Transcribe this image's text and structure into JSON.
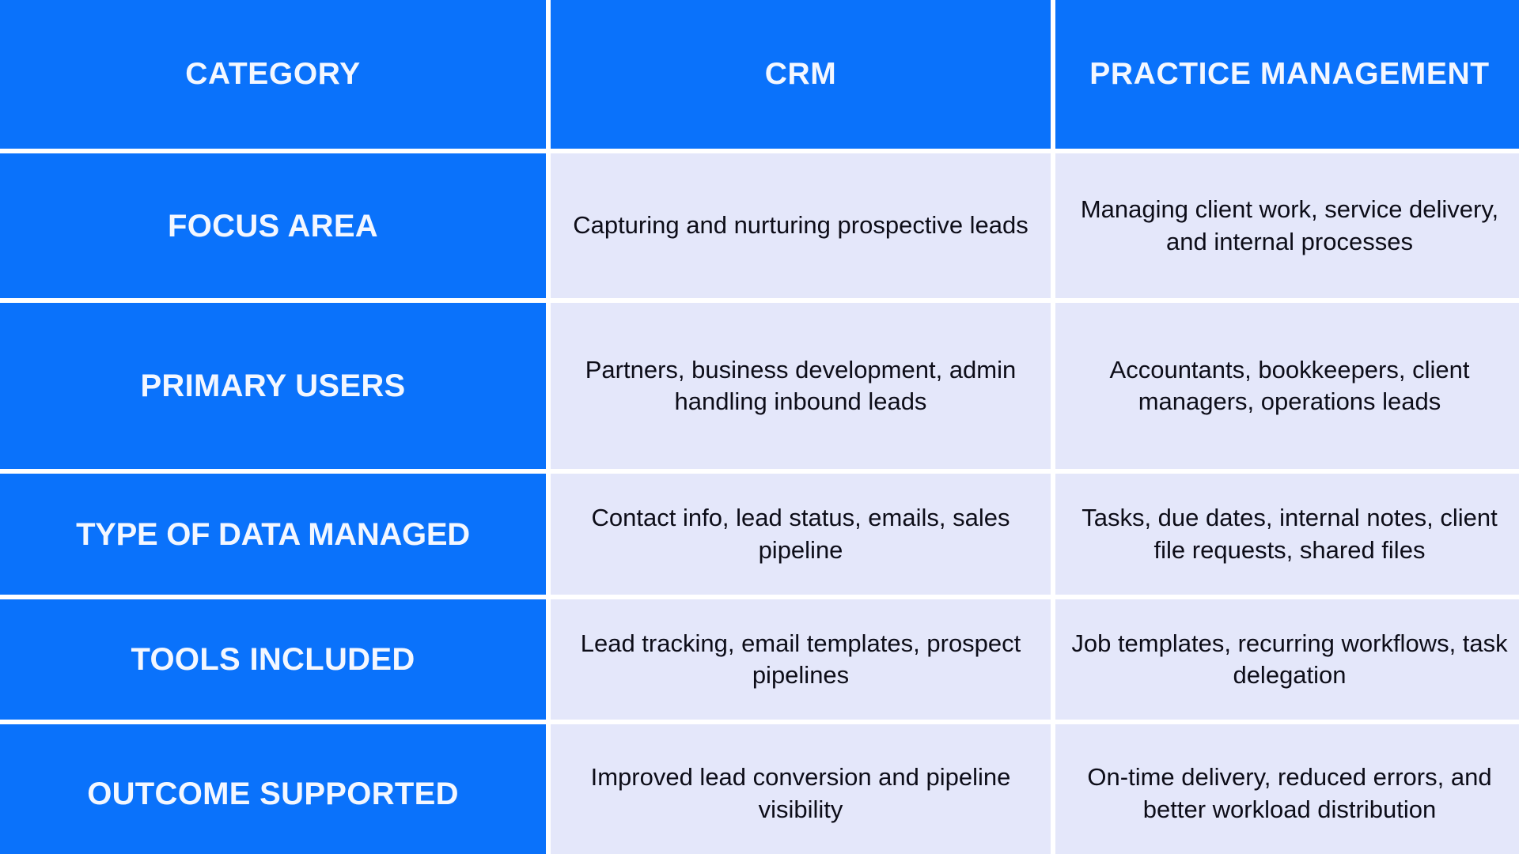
{
  "colors": {
    "accent_blue": "#0a72fb",
    "cell_background": "#e4e7fa",
    "header_text": "#f3f7ff",
    "body_text": "#0d0d18",
    "gap": "#ffffff"
  },
  "table": {
    "headers": {
      "category": "CATEGORY",
      "crm": "CRM",
      "practice_management": "PRACTICE MANAGEMENT"
    },
    "rows": [
      {
        "label": "FOCUS AREA",
        "crm": "Capturing and nurturing prospective leads",
        "practice_management": "Managing client work, service delivery, and internal processes"
      },
      {
        "label": "PRIMARY USERS",
        "crm": "Partners, business development, admin handling inbound leads",
        "practice_management": "Accountants, bookkeepers, client managers, operations leads"
      },
      {
        "label": "TYPE OF DATA MANAGED",
        "crm": "Contact info, lead status, emails, sales pipeline",
        "practice_management": "Tasks, due dates, internal notes, client file requests, shared files"
      },
      {
        "label": "TOOLS INCLUDED",
        "crm": "Lead tracking, email templates, prospect pipelines",
        "practice_management": "Job templates, recurring workflows, task delegation"
      },
      {
        "label": "OUTCOME SUPPORTED",
        "crm": "Improved lead conversion and pipeline visibility",
        "practice_management": "On-time delivery, reduced errors, and better workload distribution"
      }
    ]
  }
}
